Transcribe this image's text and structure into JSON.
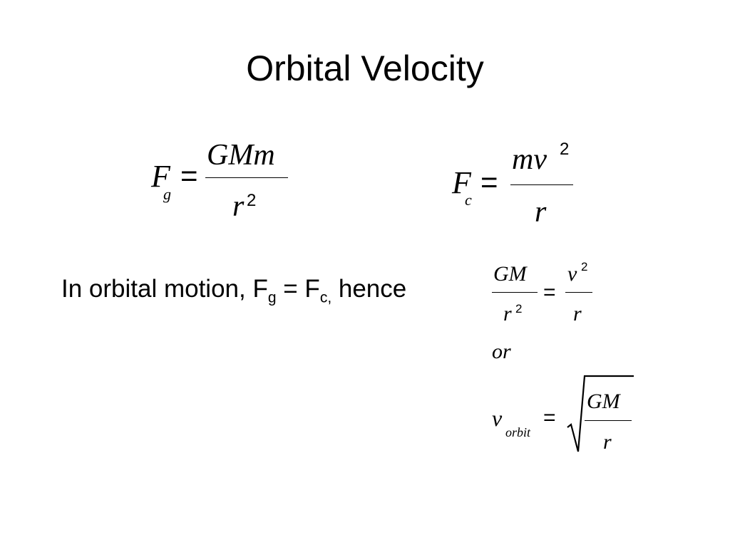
{
  "slide": {
    "title": "Orbital Velocity"
  },
  "eq_gravity": {
    "lhs": "F",
    "lhs_sub": "g",
    "equals": "=",
    "numerator": "GMm",
    "denominator": "r",
    "den_exp": "2"
  },
  "eq_centripetal": {
    "lhs": "F",
    "lhs_sub": "c",
    "equals": "=",
    "numerator": "mv",
    "num_exp": "2",
    "denominator": "r"
  },
  "statement": {
    "prefix": "In orbital motion, F",
    "sub1": "g",
    "middle": " = F",
    "sub2": "c,",
    "suffix": " hence"
  },
  "eq_balance": {
    "left_num": "GM",
    "left_den": "r",
    "left_den_exp": "2",
    "equals": "=",
    "right_num": "v",
    "right_num_exp": "2",
    "right_den": "r"
  },
  "connector": "or",
  "eq_orbit": {
    "lhs": "v",
    "lhs_sub": "orbit",
    "equals": "=",
    "numerator": "GM",
    "denominator": "r"
  }
}
